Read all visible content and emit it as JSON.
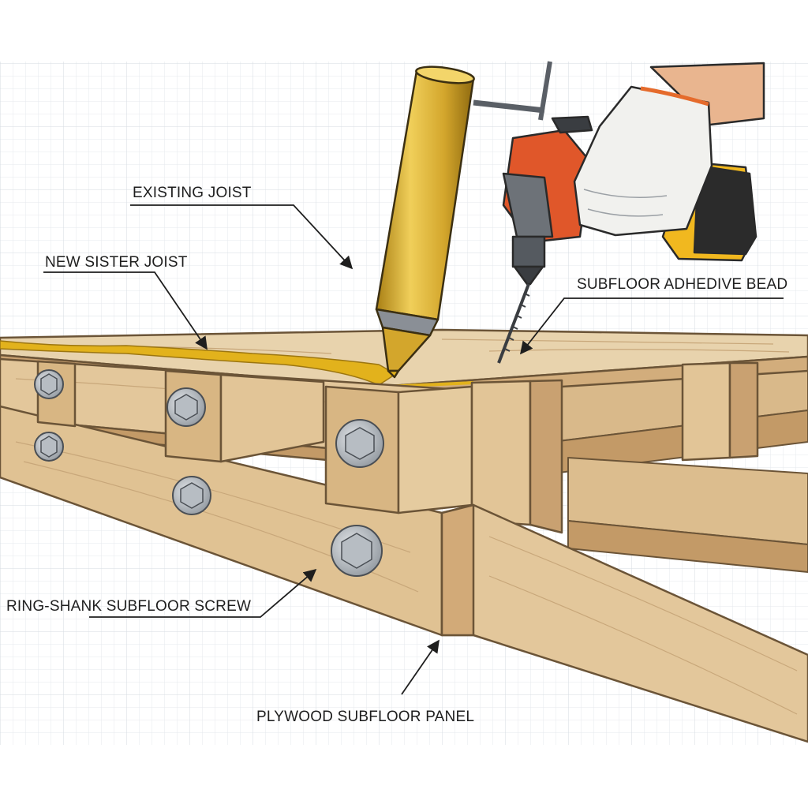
{
  "callouts": {
    "existing_joist": "EXISTING JOIST",
    "new_sister_joist": "NEW SISTER JOIST",
    "subfloor_adhesive_bead": "SUBFLOOR ADHEDIVE BEAD",
    "ring_shank_screw": "RING-SHANK SUBFLOOR SCREW",
    "plywood_panel": "PLYWOOD SUBFLOOR PANEL"
  },
  "colors": {
    "grid": "#dfe3e8",
    "wood_light": "#e7cfa6",
    "wood_mid": "#d9b98a",
    "wood_dark": "#c39a67",
    "wood_end": "#cfa777",
    "adhesive": "#e2b21c",
    "tube_gold": "#d3a62c",
    "drill_orange": "#e0572a",
    "drill_gray": "#6d7278",
    "battery_yellow": "#f1b81f",
    "battery_black": "#2b2b2b",
    "glove": "#f1f1ee",
    "bolt": "#9aa1a8",
    "ink": "#1e1e1e"
  },
  "icons": {
    "caulk_gun": "caulk-gun-icon",
    "drill": "cordless-drill-icon",
    "glove": "gloved-hand-icon",
    "bolt": "hex-bolt-icon"
  }
}
